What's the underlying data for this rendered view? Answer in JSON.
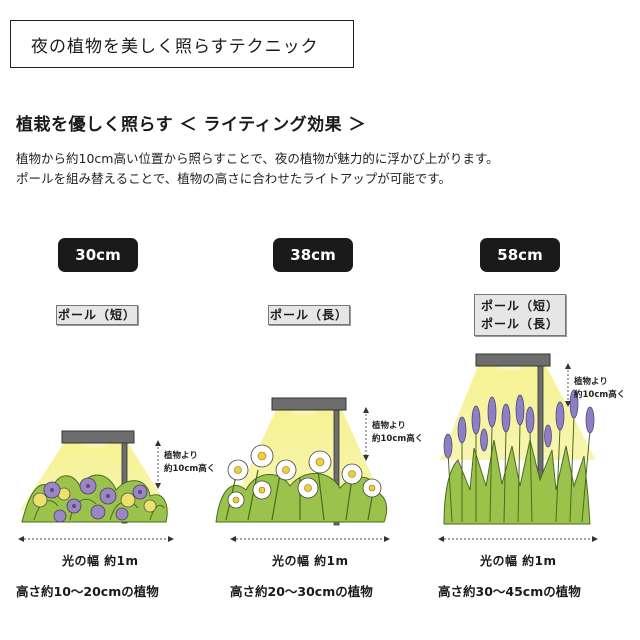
{
  "header": {
    "title": "夜の植物を美しく照らすテクニック"
  },
  "section": {
    "title": "植栽を優しく照らす ＜ ライティング効果 ＞",
    "desc1": "植物から約10cm高い位置から照らすことで、夜の植物が魅力的に浮かび上がります。",
    "desc2": "ポールを組み替えることで、植物の高さに合わせたライトアップが可能です。"
  },
  "panels": [
    {
      "size": "30cm",
      "pole_lines": [
        "ポール（短）"
      ],
      "note1": "植物より",
      "note2": "約10cm高く",
      "beam": "光の幅 約1m",
      "height": "高さ約10〜20cmの植物"
    },
    {
      "size": "38cm",
      "pole_lines": [
        "ポール（長）"
      ],
      "note1": "植物より",
      "note2": "約10cm高く",
      "beam": "光の幅 約1m",
      "height": "高さ約20〜30cmの植物"
    },
    {
      "size": "58cm",
      "pole_lines": [
        "ポール（短）",
        "ポール（長）"
      ],
      "note1": "植物より",
      "note2": "約10cm高く",
      "beam": "光の幅 約1m",
      "height": "高さ約30〜45cmの植物"
    }
  ],
  "colors": {
    "light": "#f3ef8a",
    "lamp": "#6d6d6d",
    "leaf": "#9bc24a",
    "pansy": "#9a86c2",
    "lavender": "#8c7fc4",
    "daisy": "#ffffff"
  },
  "icons": [
    "garden-light-icon",
    "pansy-icon",
    "daisy-icon",
    "lavender-icon"
  ]
}
